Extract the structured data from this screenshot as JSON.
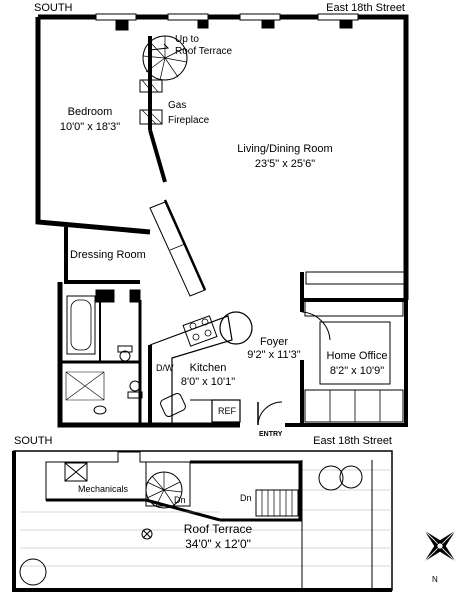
{
  "top_plan": {
    "south_label": "SOUTH",
    "street_label": "East 18th Street",
    "rooms": {
      "bedroom": {
        "name": "Bedroom",
        "size": "10'0\" x 18'3\""
      },
      "living": {
        "name": "Living/Dining Room",
        "size": "23'5\" x 25'6\""
      },
      "dressing": {
        "name": "Dressing Room"
      },
      "kitchen": {
        "name": "Kitchen",
        "size": "8'0\" x 10'1\""
      },
      "foyer": {
        "name": "Foyer",
        "size": "9'2\" x 11'3\""
      },
      "office": {
        "name": "Home Office",
        "size": "8'2\" x 10'9\""
      }
    },
    "stair_label_1": "Up to",
    "stair_label_2": "Roof Terrace",
    "fireplace_label_1": "Gas",
    "fireplace_label_2": "Fireplace",
    "dw_label": "D/W",
    "ref_label": "REF",
    "entry_label": "ENTRY"
  },
  "roof_plan": {
    "south_label": "SOUTH",
    "street_label": "East 18th Street",
    "mechanicals_label": "Mechanicals",
    "dn_label_1": "Dn",
    "dn_label_2": "Dn",
    "terrace": {
      "name": "Roof Terrace",
      "size": "34'0\" x 12'0\""
    }
  },
  "compass_label": "N"
}
